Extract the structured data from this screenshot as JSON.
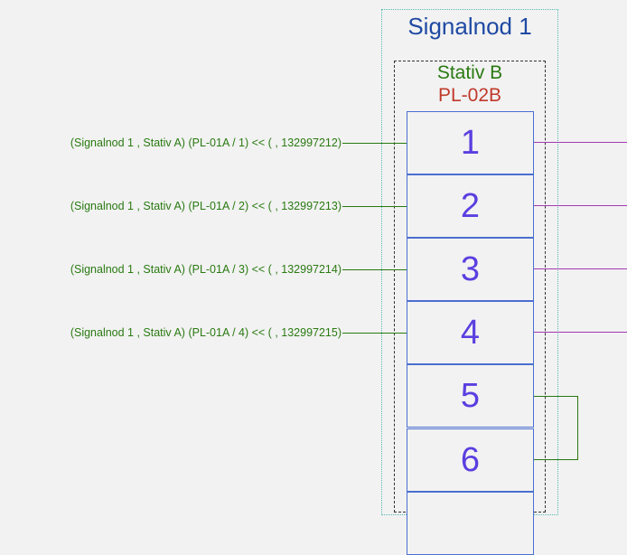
{
  "node": {
    "title": "Signalnod 1"
  },
  "rack": {
    "title": "Stativ B"
  },
  "panel": {
    "title": "PL-02B"
  },
  "ports": [
    "1",
    "2",
    "3",
    "4",
    "5",
    "6"
  ],
  "connections": [
    "(Signalnod 1 , Stativ A)  (PL-01A / 1) << (   , 132997212)",
    "(Signalnod 1 , Stativ A)  (PL-01A / 2) << (   , 132997213)",
    "(Signalnod 1 , Stativ A)  (PL-01A / 3) << (   , 132997214)",
    "(Signalnod 1 , Stativ A)  (PL-01A / 4) << (   , 132997215)"
  ],
  "colors": {
    "node_title": "#1f4aa3",
    "rack_title": "#2a7a12",
    "panel_title": "#c0392b",
    "port_number": "#5b3fe0",
    "incoming_wire": "#2a7a12",
    "outgoing_wire": "#a23ab2"
  }
}
